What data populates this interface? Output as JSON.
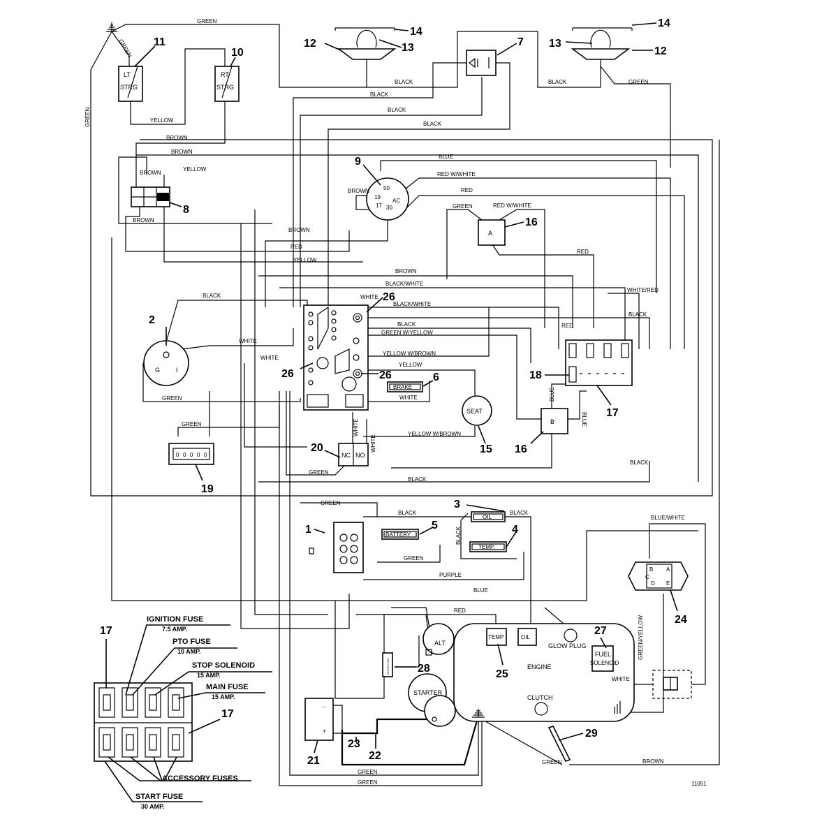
{
  "components": {
    "lt_strg": [
      "LT",
      "STRG"
    ],
    "rt_strg": [
      "RT",
      "STRG"
    ],
    "ignition_switch": {
      "t50": "50",
      "t19": "19",
      "t17": "17",
      "t30": "30",
      "tac": "AC"
    },
    "hourmeter_gauge": {
      "g": "G",
      "i": "I"
    },
    "relay_a": "A",
    "relay_b": "B",
    "seat": "SEAT",
    "brake": "BRAKE",
    "oil_sender": "OIL",
    "temp_sender": "TEMP.",
    "battery_warn": "BATTERY",
    "pto_switch": {
      "nc": "NC",
      "no": "NO"
    },
    "alternator": "ALT.",
    "engine": "ENGINE",
    "engine_temp": "TEMP",
    "engine_oil": "OIL",
    "glow_plug": "GLOW PLUG",
    "fuel_solenoid": [
      "FUEL",
      "SOLENOID"
    ],
    "starter": "STARTER",
    "clutch": "CLUTCH",
    "battery": {
      "neg": "-",
      "pos": "+"
    },
    "glow_fuse": "GLOW FUSE",
    "meter_digits": [
      "0",
      "0",
      "0",
      "0",
      "0"
    ],
    "regulator_pins": {
      "b": "B",
      "c": "C",
      "d": "D",
      "a": "A",
      "e": "E"
    }
  },
  "wire_labels": {
    "green_top": "GREEN",
    "green_11": "GREEN",
    "green_left": "GREEN",
    "green_12r": "GREEN",
    "yellow_top": "YELLOW",
    "black_7": "BLACK",
    "black_7b": "BLACK",
    "black_7c": "BLACK",
    "black_7d": "BLACK",
    "black_12r": "BLACK",
    "brown_1": "BROWN",
    "brown_2": "BROWN",
    "yellow_2": "YELLOW",
    "brown_8a": "BROWN",
    "brown_8b": "BROWN",
    "blue_top": "BLUE",
    "red_white_1": "RED W/WHITE",
    "red_1": "RED",
    "brown_9": "BROWN",
    "green_16": "GREEN",
    "red_white_16": "RED W/WHITE",
    "brown_mid": "BROWN",
    "red_mid": "RED",
    "yellow_mid": "YELLOW",
    "red_17": "RED",
    "brown_mid2": "BROWN",
    "black_white_1": "BLACK/WHITE",
    "white_red": "WHITE/RED",
    "black_2": "BLACK",
    "white_26": "WHITE",
    "black_white_26": "BLACK/WHITE",
    "black_26": "BLACK",
    "red_18": "RED",
    "black_18": "BLACK",
    "green_yellow_26": "GREEN W/YELLOW",
    "white_2": "WHITE",
    "yellow_brown_26": "YELLOW W/BROWN",
    "white_26b": "WHITE",
    "yellow_26": "YELLOW",
    "white_6": "WHITE",
    "green_2": "GREEN",
    "blue_16a": "BLUE",
    "blue_16b": "BLUE",
    "green_19": "GREEN",
    "white_20a": "WHITE",
    "yellow_brown_15": "YELLOW W/BROWN",
    "white_20b": "WHITE",
    "black_16": "BLACK",
    "green_20": "GREEN",
    "black_mid": "BLACK",
    "green_1": "GREEN",
    "black_3a": "BLACK",
    "black_3b": "BLACK",
    "black_4": "BLACK",
    "blue_white_24": "BLUE/WHITE",
    "green_1b": "GREEN",
    "purple": "PURPLE",
    "blue_bot": "BLUE",
    "red_bot": "RED",
    "green_yellow_24": "GREEN/YELLOW",
    "white_27": "WHITE",
    "green_b1": "GREEN",
    "green_b2": "GREEN",
    "green_29": "GREEN",
    "brown_29": "BROWN"
  },
  "callouts": {
    "n1": "1",
    "n2": "2",
    "n3": "3",
    "n4": "4",
    "n5": "5",
    "n6": "6",
    "n7": "7",
    "n8": "8",
    "n9": "9",
    "n10": "10",
    "n11": "11",
    "n12a": "12",
    "n12b": "12",
    "n13a": "13",
    "n13b": "13",
    "n14a": "14",
    "n14b": "14",
    "n15": "15",
    "n16a": "16",
    "n16b": "16",
    "n17a": "17",
    "n17b": "17",
    "n17c": "17",
    "n18": "18",
    "n19": "19",
    "n20": "20",
    "n21": "21",
    "n22": "22",
    "n23": "23",
    "n24": "24",
    "n25": "25",
    "n26a": "26",
    "n26b": "26",
    "n26c": "26",
    "n27": "27",
    "n28": "28",
    "n29": "29"
  },
  "fuse_legend": {
    "ignition_fuse": "IGNITION FUSE",
    "ignition_amp": "7.5 AMP.",
    "pto_fuse": "PTO FUSE",
    "pto_amp": "10 AMP.",
    "stop_solenoid": "STOP SOLENOID",
    "stop_amp": "15 AMP.",
    "main_fuse": "MAIN FUSE",
    "main_amp": "15 AMP.",
    "accessory_fuses": "ACCESSORY FUSES",
    "start_fuse": "START FUSE",
    "start_amp": "30 AMP."
  },
  "drawing_number": "11051"
}
